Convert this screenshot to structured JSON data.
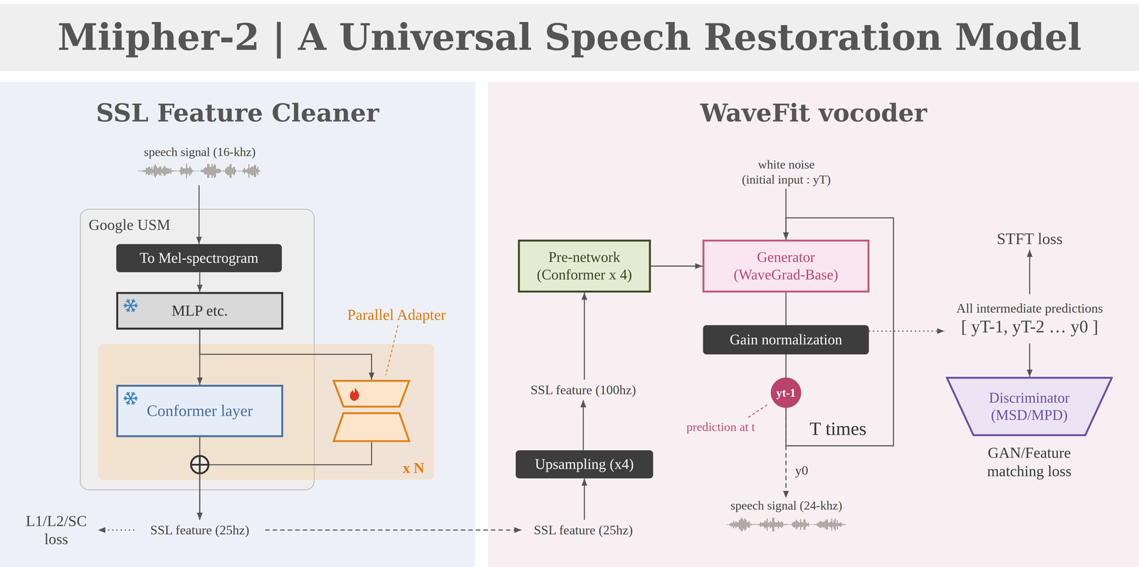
{
  "diagram": {
    "title": "Miipher-2 | A Universal Speech Restoration Model",
    "nodes": [
      {
        "text": [
          "SSL Feature Cleaner"
        ]
      },
      {
        "text": [
          "speech signal (16-khz)"
        ],
        "in": 0
      },
      {
        "text": [
          "Google USM"
        ],
        "in": 0
      },
      {
        "text": [
          "To Mel-spectrogram"
        ],
        "in": 2
      },
      {
        "text": [
          "MLP etc."
        ],
        "in": 2
      },
      {
        "text": [
          "x N"
        ],
        "in": 0
      },
      {
        "text": [
          "Conformer layer"
        ],
        "in": 5
      },
      {
        "text": [
          "Parallel Adapter"
        ],
        "in": 5
      },
      {
        "text": [
          "SSL feature (25hz)"
        ],
        "in": 0
      },
      {
        "text": [
          "L1/L2/SC loss"
        ],
        "in": 0
      },
      {
        "text": [
          "WaveFit vocoder"
        ]
      },
      {
        "text": [
          "SSL feature (25hz)"
        ],
        "in": 10
      },
      {
        "text": [
          "Upsampling (x4)"
        ],
        "in": 10
      },
      {
        "text": [
          "SSL feature (100hz)"
        ],
        "in": 10
      },
      {
        "text": [
          "Pre-network (Conformer x 4)"
        ],
        "in": 10
      },
      {
        "text": [
          "white noise (initial input : yT)"
        ],
        "in": 10
      },
      {
        "text": [
          "Generator (WaveGrad-Base)"
        ],
        "in": 10
      },
      {
        "text": [
          "Gain normalization"
        ],
        "in": 10
      },
      {
        "text": [
          "yt-1"
        ],
        "in": 10
      },
      {
        "text": [
          "speech signal (24-khz)"
        ],
        "in": 10
      },
      {
        "text": [
          "All intermediate predictions",
          "[ yT-1, yT-2 … y0 ]"
        ],
        "in": 10
      },
      {
        "text": [
          "STFT loss"
        ],
        "in": 10
      },
      {
        "text": [
          "Discriminator (MSD/MPD)",
          "GAN/Feature matching loss"
        ],
        "in": 10
      }
    ],
    "edges": [
      {
        "from": 1,
        "to": 3,
        "arrow": "to"
      },
      {
        "from": 3,
        "to": 4,
        "arrow": "to"
      },
      {
        "from": 4,
        "to": 6,
        "arrow": "to"
      },
      {
        "from": 4,
        "to": 7,
        "arrow": "to"
      },
      {
        "from": 6,
        "to": 8,
        "arrow": "to"
      },
      {
        "from": 7,
        "to": 8,
        "arrow": "to"
      },
      {
        "from": 8,
        "to": 9,
        "arrow": "to"
      },
      {
        "from": 8,
        "to": 11,
        "arrow": "to"
      },
      {
        "from": 11,
        "to": 12,
        "arrow": "to"
      },
      {
        "from": 12,
        "to": 13,
        "arrow": "to"
      },
      {
        "from": 13,
        "to": 14,
        "arrow": "to"
      },
      {
        "from": 14,
        "to": 16,
        "arrow": "to"
      },
      {
        "from": 15,
        "to": 16,
        "arrow": "to"
      },
      {
        "from": 16,
        "to": 17,
        "arrow": "none"
      },
      {
        "from": 17,
        "to": 18,
        "arrow": "none"
      },
      {
        "from": 18,
        "to": 16,
        "arrow": "to",
        "label": "T times"
      },
      {
        "from": 18,
        "to": 19,
        "arrow": "to",
        "label": "y0"
      },
      {
        "from": 17,
        "to": 20,
        "arrow": "to"
      },
      {
        "from": 20,
        "to": 21,
        "arrow": "to"
      },
      {
        "from": 20,
        "to": 22,
        "arrow": "to"
      }
    ],
    "labels": [
      "prediction at t"
    ]
  }
}
